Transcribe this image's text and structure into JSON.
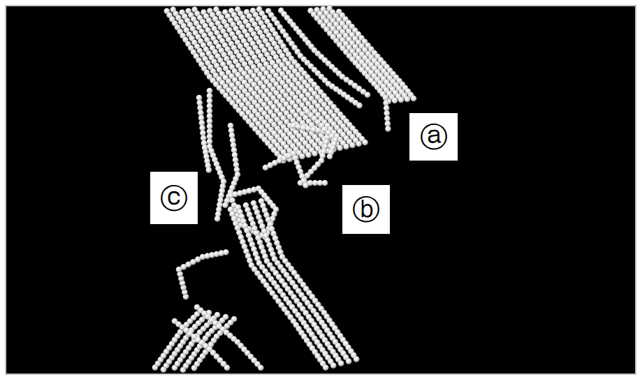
{
  "diagram": {
    "labels": [
      "ⓐ",
      "ⓑ",
      "ⓒ"
    ]
  }
}
